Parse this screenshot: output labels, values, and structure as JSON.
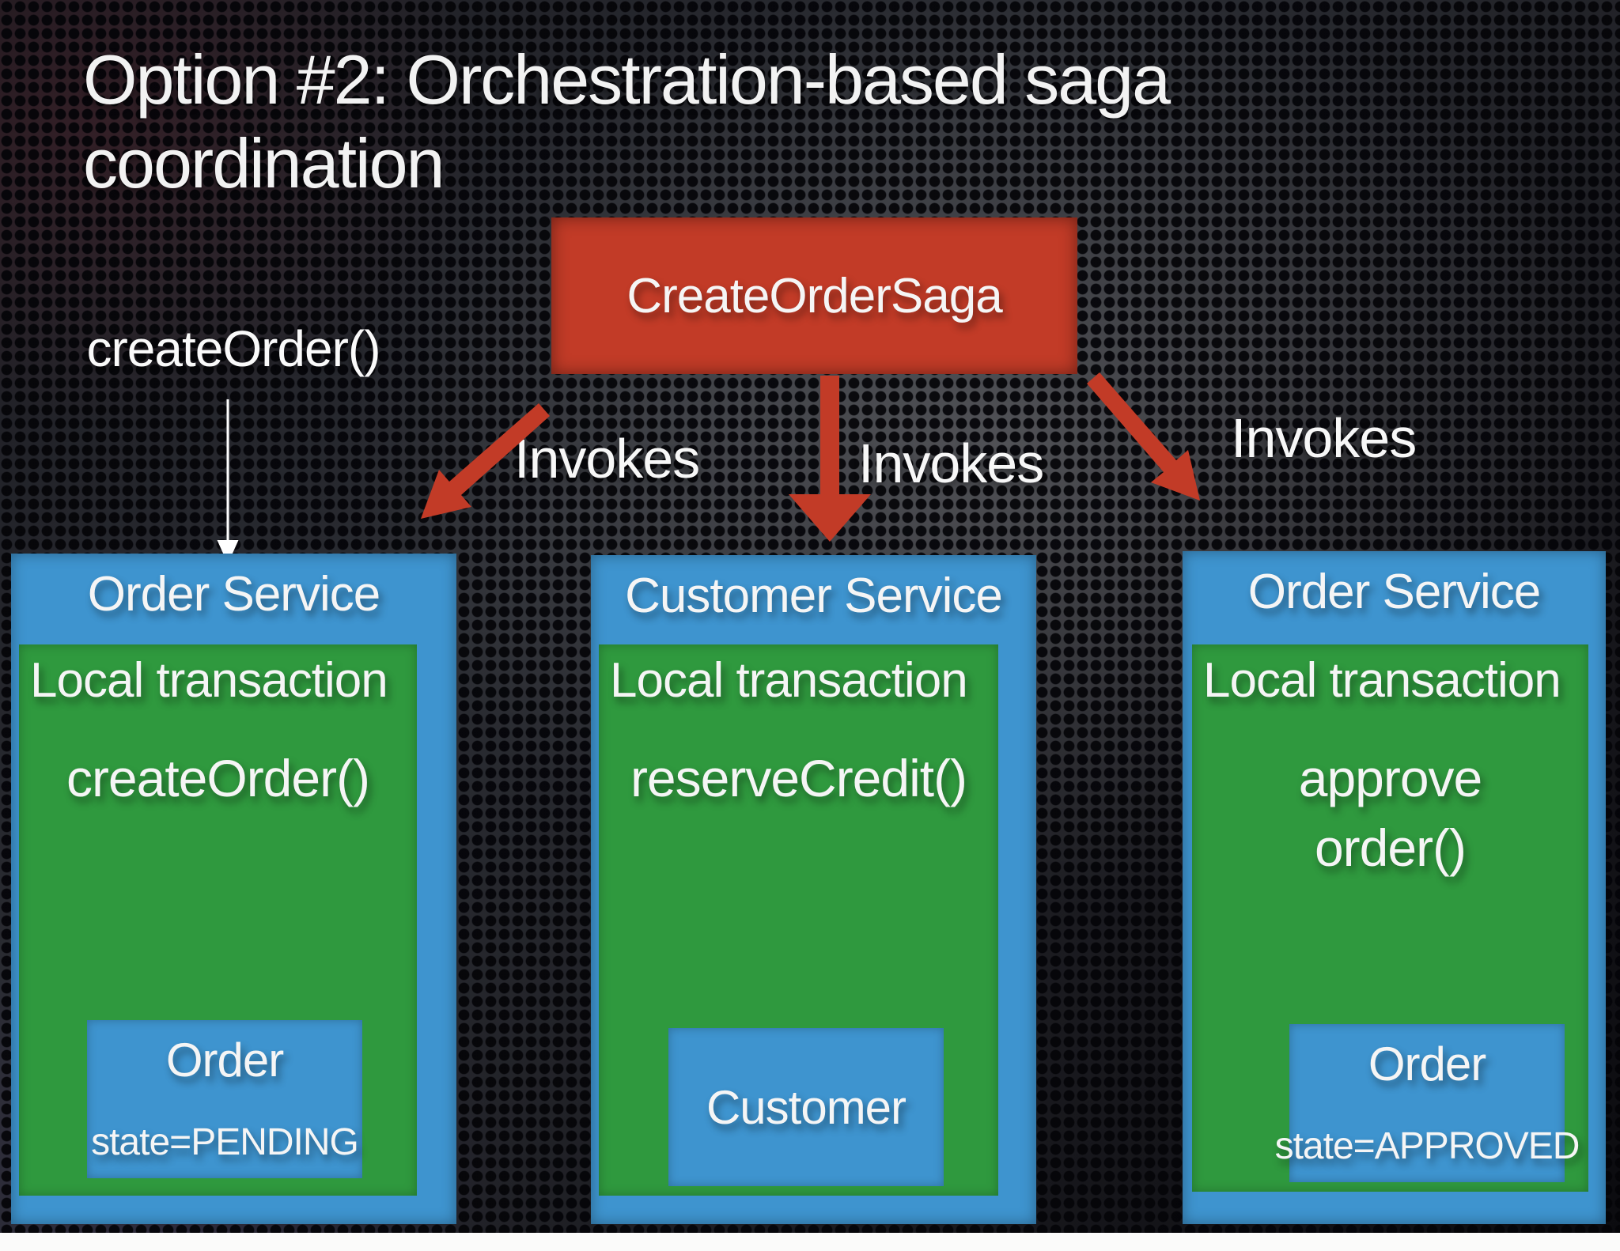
{
  "slide": {
    "title_line1": "Option #2: Orchestration-based saga",
    "title_line2": "coordination",
    "caller_label": "createOrder()",
    "orchestrator_label": "CreateOrderSaga",
    "invokes_left": "Invokes",
    "invokes_middle": "Invokes",
    "invokes_right": "Invokes"
  },
  "columns": [
    {
      "service": "Order Service",
      "transaction": "Local transaction",
      "method_line1": "createOrder()",
      "method_line2": "",
      "entity": "Order",
      "state": "state=PENDING"
    },
    {
      "service": "Customer Service",
      "transaction": "Local transaction",
      "method_line1": "reserveCredit()",
      "method_line2": "",
      "entity": "Customer",
      "state": ""
    },
    {
      "service": "Order Service",
      "transaction": "Local transaction",
      "method_line1": "approve",
      "method_line2": "order()",
      "entity": "Order",
      "state": "state=APPROVED"
    }
  ],
  "colors": {
    "saga_red": "#c23b27",
    "service_blue": "#3e94cf",
    "transaction_green": "#2f993e",
    "text_white": "#f5f5f5",
    "bottom_strip": "#fbfbfa"
  }
}
